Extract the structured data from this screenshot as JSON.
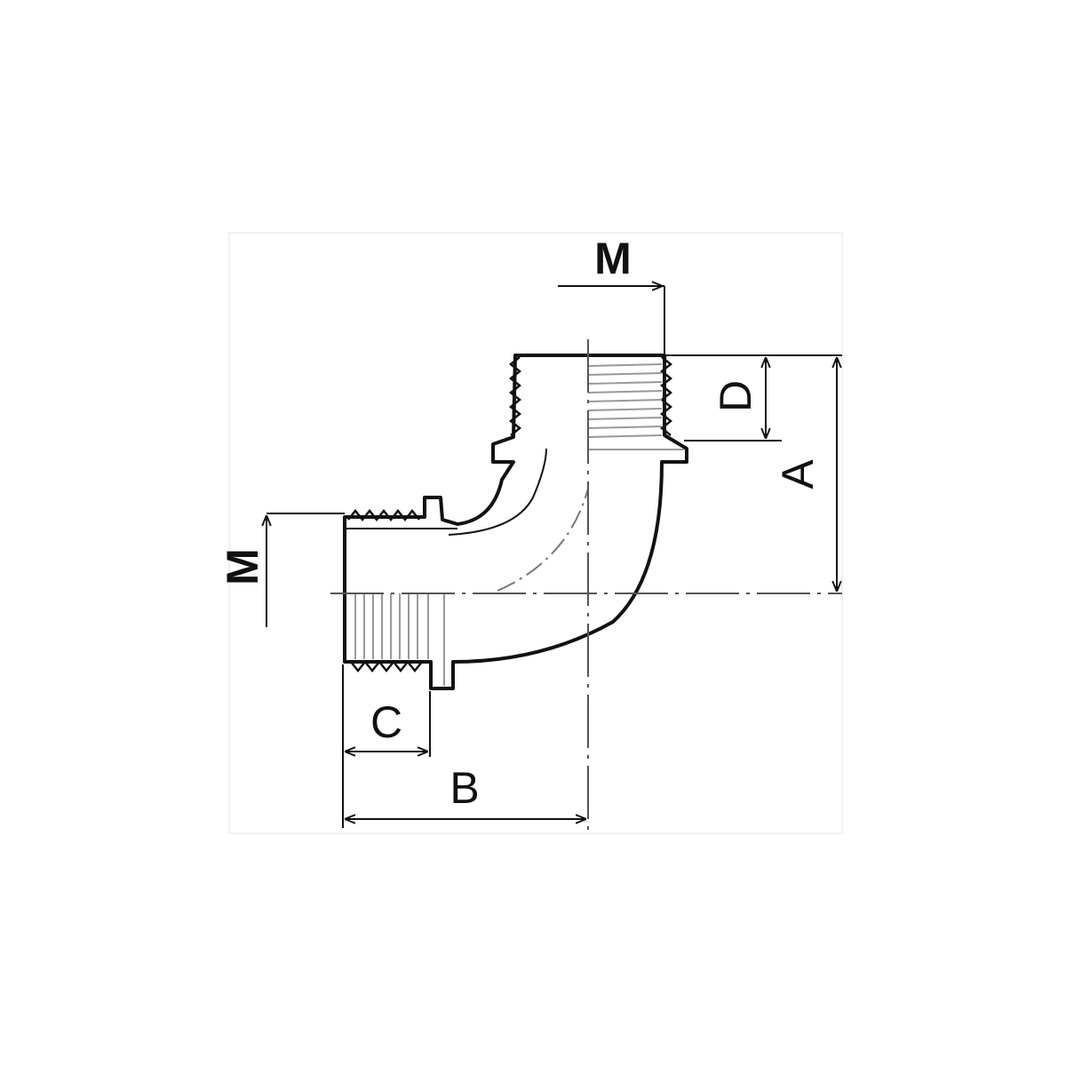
{
  "diagram": {
    "labels": {
      "m_top": "M",
      "m_left": "M",
      "a": "A",
      "b": "B",
      "c": "C",
      "d": "D"
    },
    "colors": {
      "line": "#111111",
      "thread": "#555555",
      "hatch": "#bbbbbb",
      "fill": "#ffffff"
    }
  }
}
